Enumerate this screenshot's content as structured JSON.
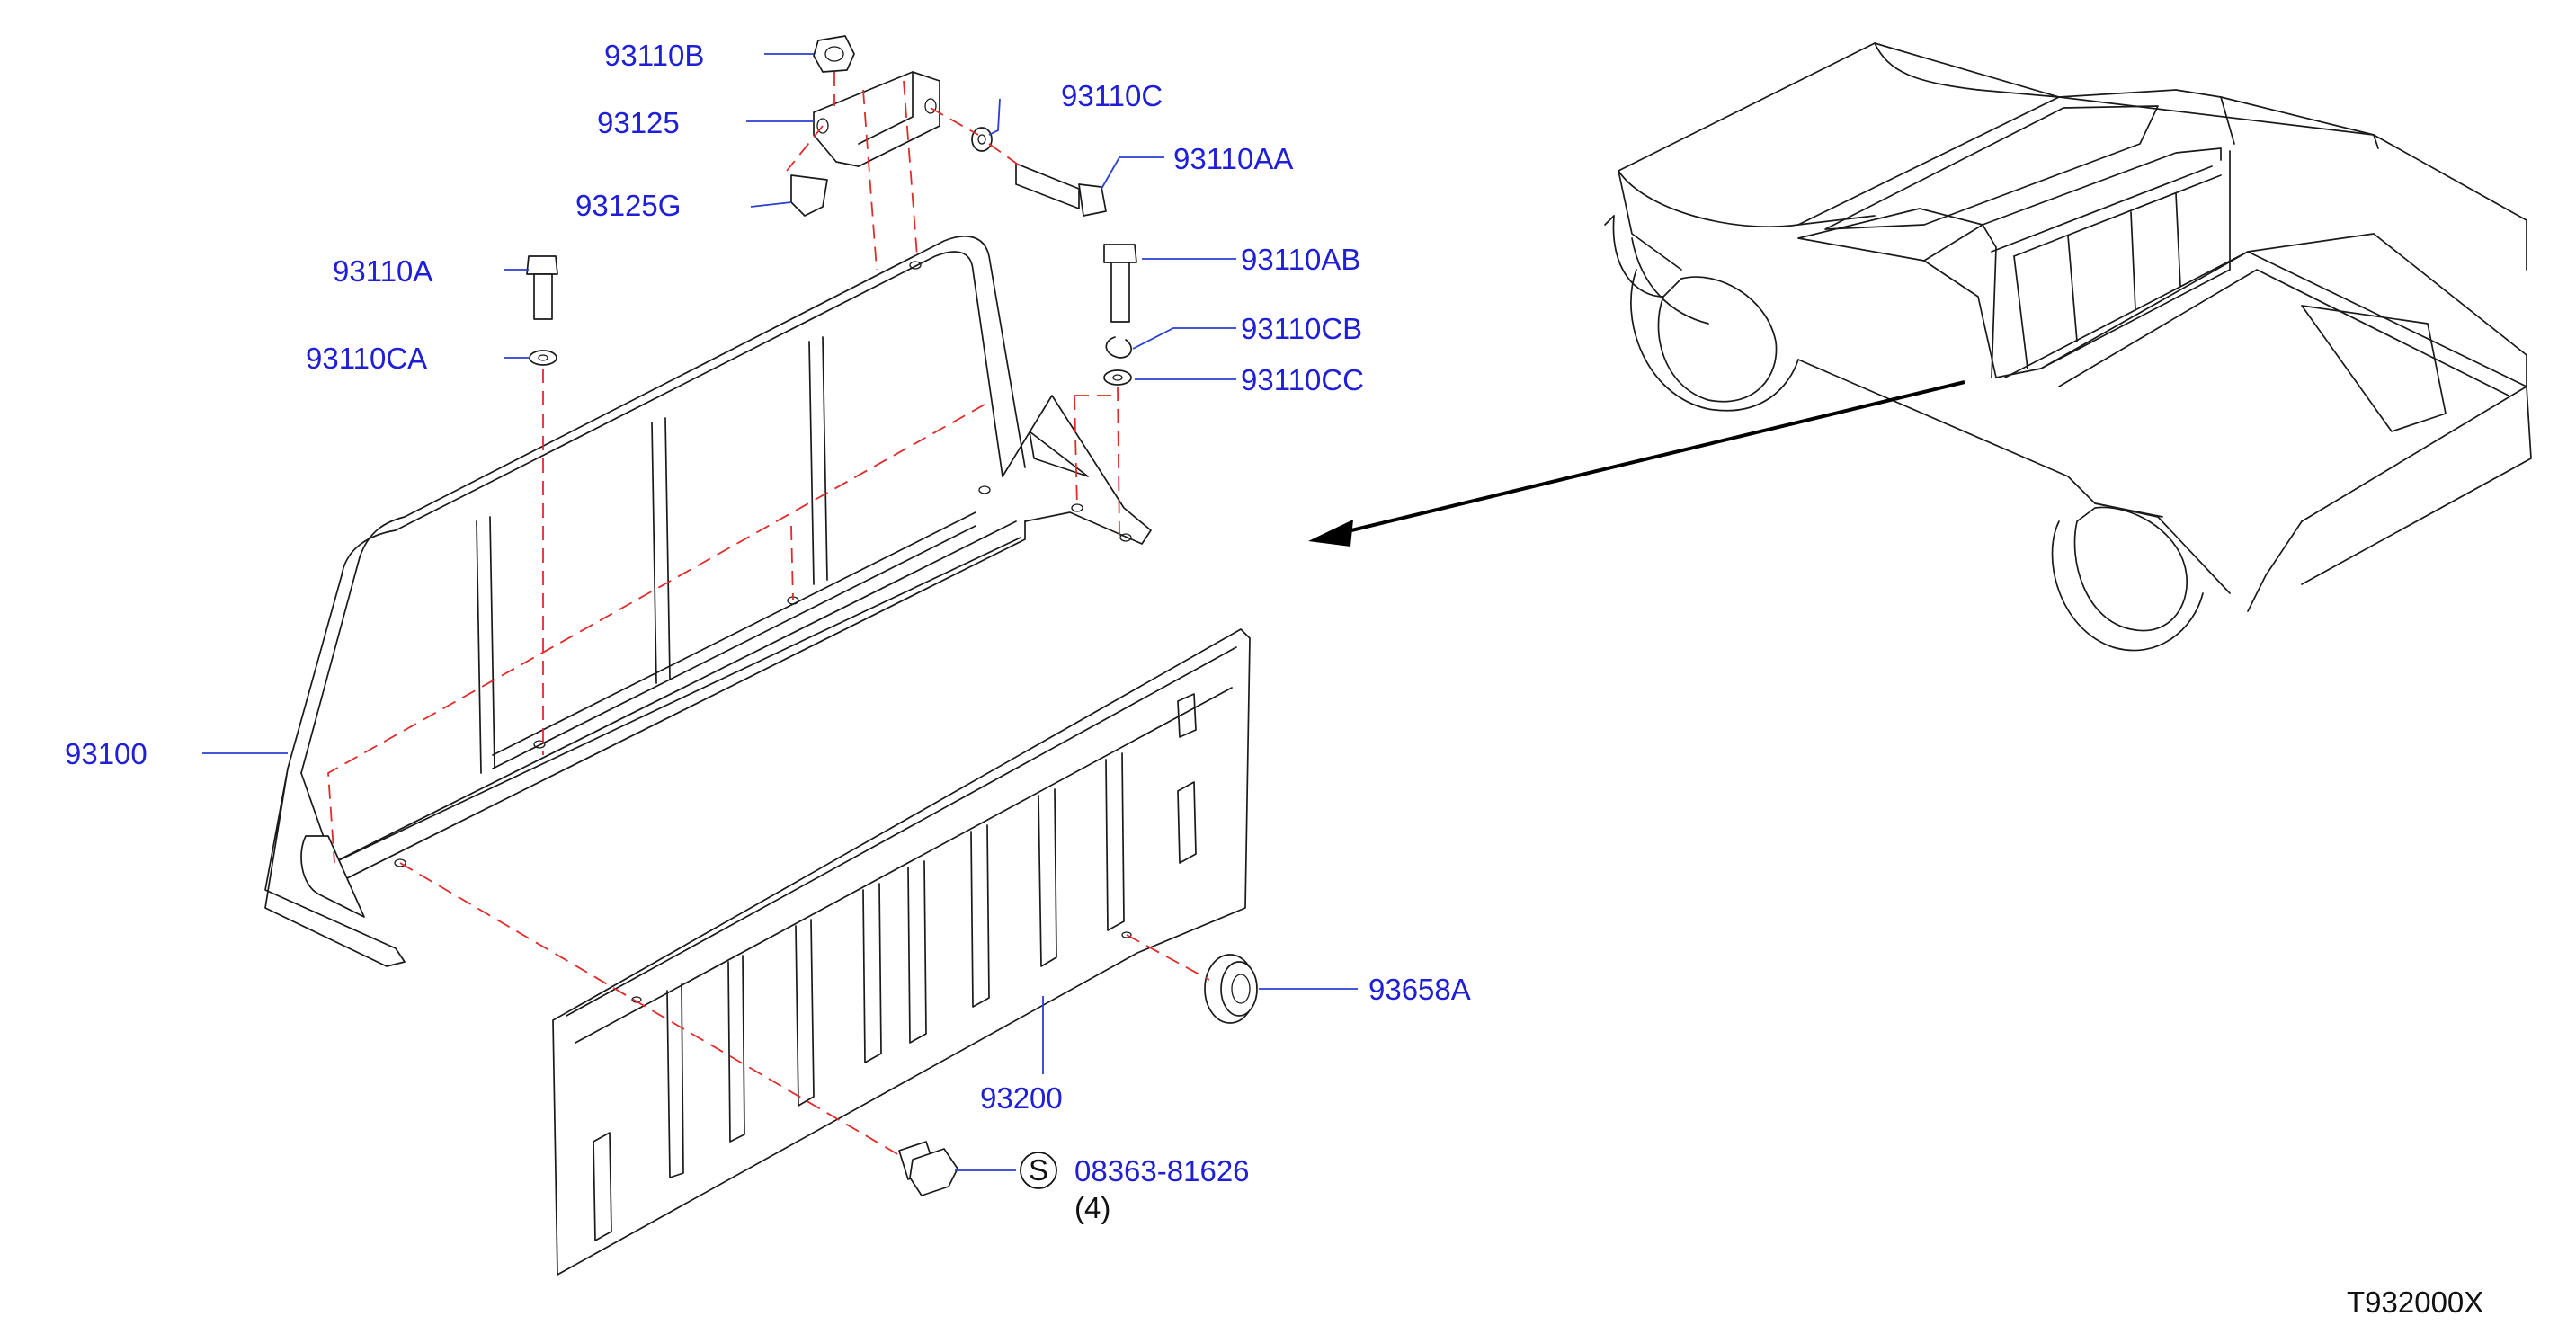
{
  "labels": {
    "p93110B": "93110B",
    "p93125": "93125",
    "p93125G": "93125G",
    "p93110C": "93110C",
    "p93110AA": "93110AA",
    "p93110A": "93110A",
    "p93110CA": "93110CA",
    "p93110AB": "93110AB",
    "p93110CB": "93110CB",
    "p93110CC": "93110CC",
    "p93100": "93100",
    "p93658A": "93658A",
    "p93200": "93200",
    "p08363": "08363-81626",
    "qty": "(4)",
    "s_mark": "S"
  },
  "diagram_code": "T932000X",
  "colors": {
    "label": "#1f1fd6",
    "leader": "#2a3fd0",
    "dashed_guide": "#e02b2b",
    "lines": "#1a1a1a"
  }
}
